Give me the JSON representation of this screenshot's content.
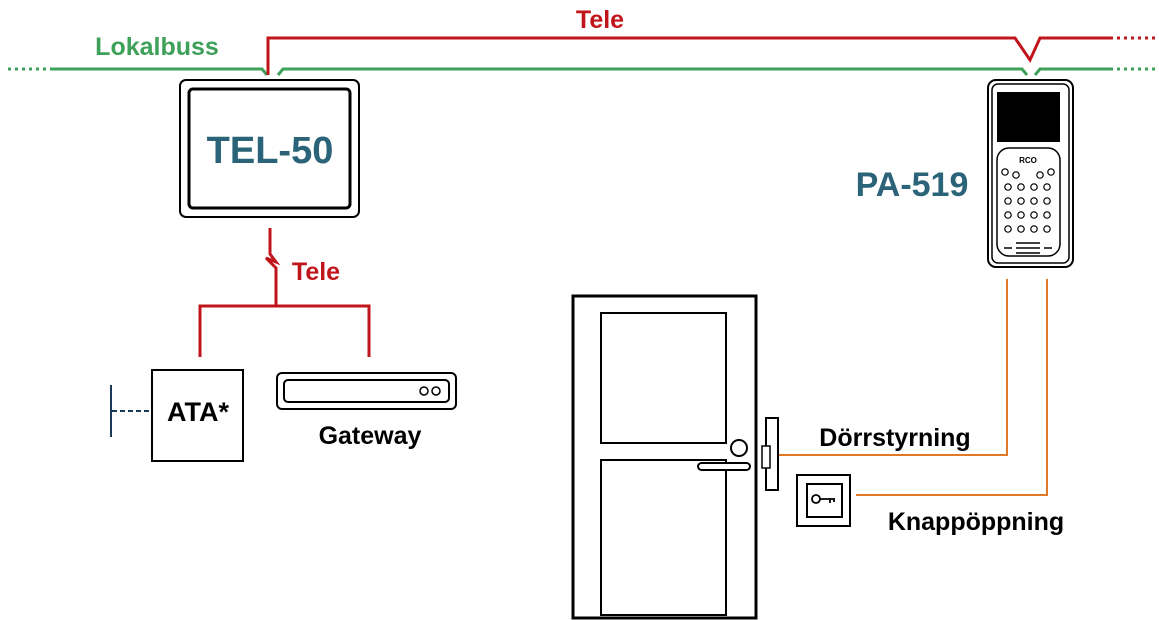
{
  "labels": {
    "tele_top": "Tele",
    "lokalbuss": "Lokalbuss",
    "tel50": "TEL-50",
    "tele_mid": "Tele",
    "ata": "ATA*",
    "gateway": "Gateway",
    "pa519": "PA-519",
    "panel_brand": "RCO",
    "dorrstyrning": "Dörrstyrning",
    "knappoppning": "Knappöppning"
  },
  "colors": {
    "tele": "#c0151b",
    "lokalbuss": "#3fa05a",
    "door_control": "#e07a22",
    "device_text": "#2b6478",
    "black": "#000000"
  },
  "icons": {
    "ata_line": "phone-line",
    "knapp": "key-icon"
  }
}
